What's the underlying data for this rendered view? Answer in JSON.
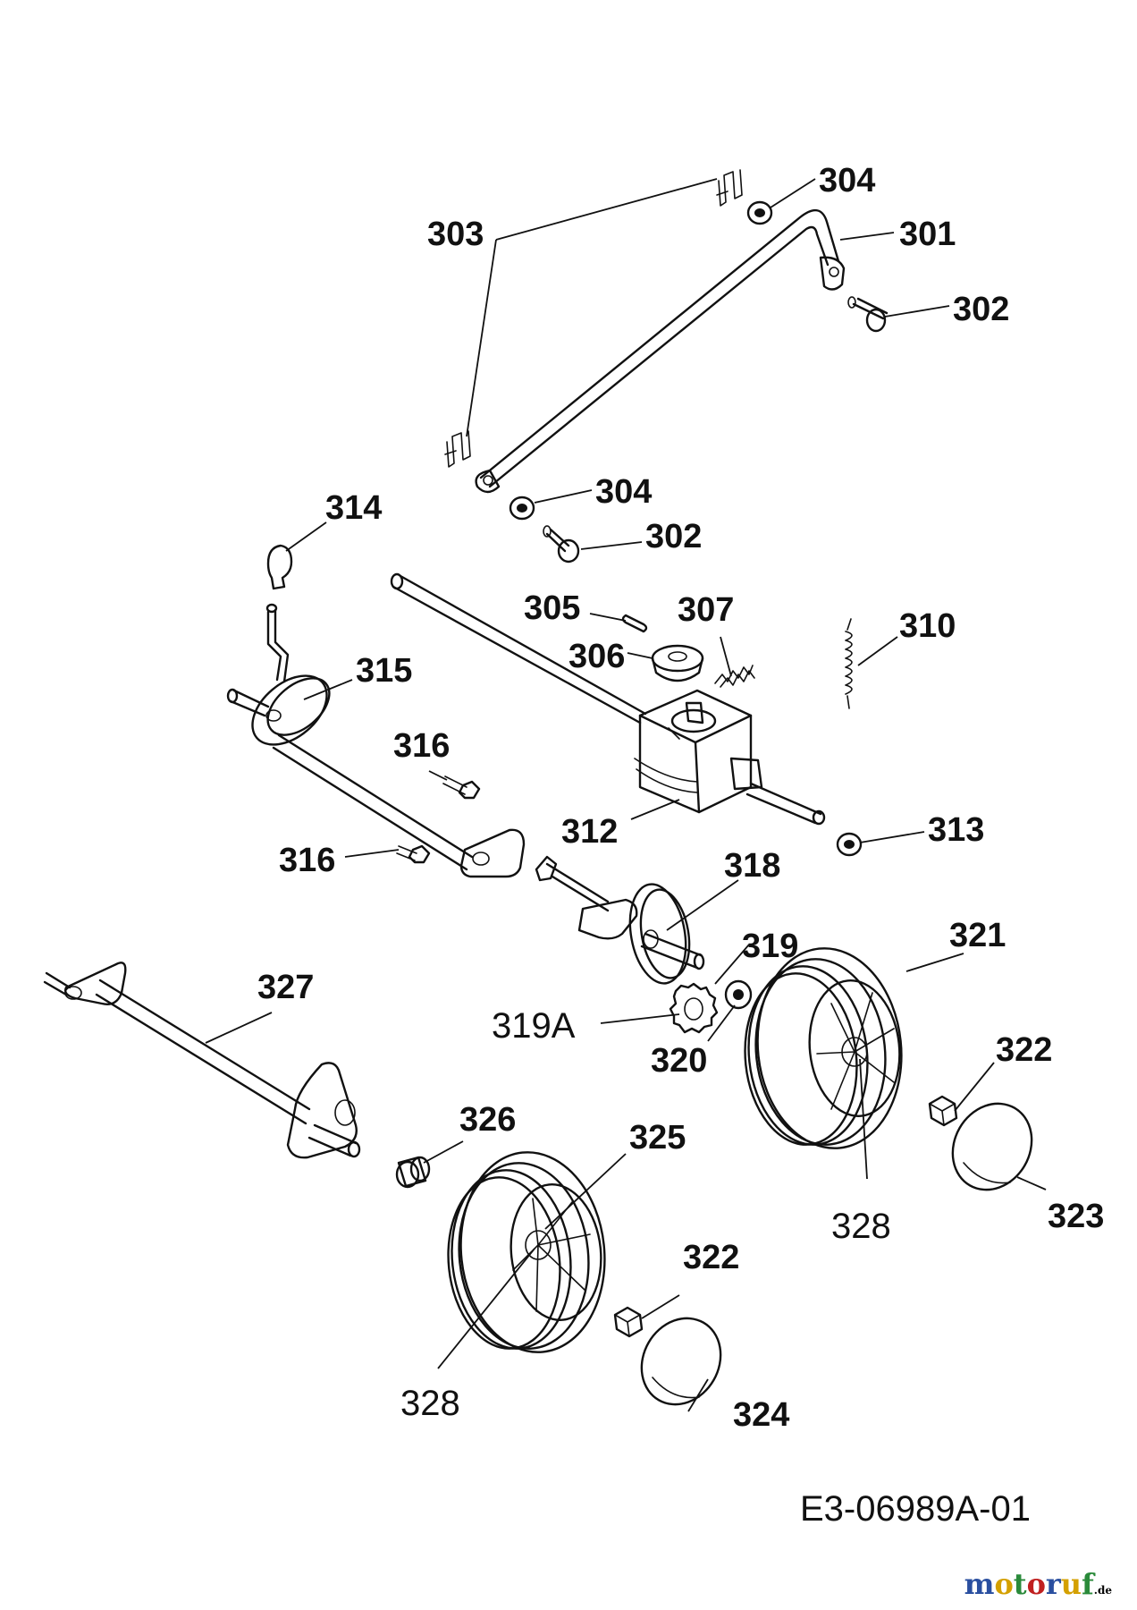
{
  "diagram": {
    "labels": {
      "p301": "301",
      "p302a": "302",
      "p302b": "302",
      "p303": "303",
      "p304a": "304",
      "p304b": "304",
      "p305": "305",
      "p306": "306",
      "p307": "307",
      "p310": "310",
      "p312": "312",
      "p313": "313",
      "p314": "314",
      "p315": "315",
      "p316a": "316",
      "p316b": "316",
      "p318": "318",
      "p319": "319",
      "p319A": "319A",
      "p320": "320",
      "p321": "321",
      "p322a": "322",
      "p322b": "322",
      "p323": "323",
      "p324": "324",
      "p325": "325",
      "p326": "326",
      "p327": "327",
      "p328a": "328",
      "p328b": "328"
    },
    "code": "E3-06989A-01"
  },
  "watermark": {
    "letters": [
      "m",
      "o",
      "t",
      "o",
      "r",
      "u",
      "f"
    ],
    "colors": [
      "#2a4fa0",
      "#d4a000",
      "#2a8a3a",
      "#c02020",
      "#2a4fa0",
      "#d4a000",
      "#2a8a3a"
    ],
    "suffix": ".de"
  }
}
